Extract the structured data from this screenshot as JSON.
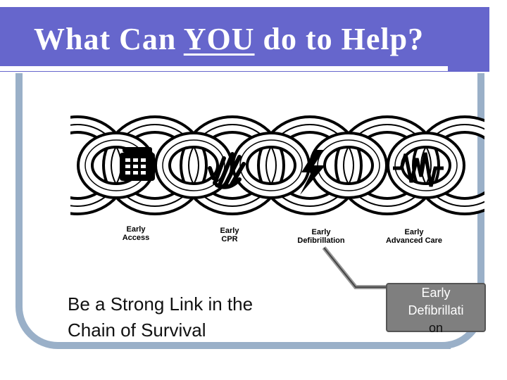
{
  "slide": {
    "title_pre": "What Can ",
    "title_emph": "YOU",
    "title_post": " do to Help?",
    "chain_labels": [
      {
        "line1": "Early",
        "line2": "Access"
      },
      {
        "line1": "Early",
        "line2": "CPR"
      },
      {
        "line1": "Early",
        "line2": "Defibrillation"
      },
      {
        "line1": "Early",
        "line2": "Advanced Care"
      }
    ],
    "caption_line1": "Be a Strong Link in the",
    "caption_line2": "Chain of Survival",
    "callout_line1": "Early",
    "callout_line2": "Defibrillati",
    "callout_line3": "on"
  },
  "colors": {
    "title_band": "#6666cc",
    "frame": "#9ab0c8",
    "callout": "#7f7f7f"
  }
}
